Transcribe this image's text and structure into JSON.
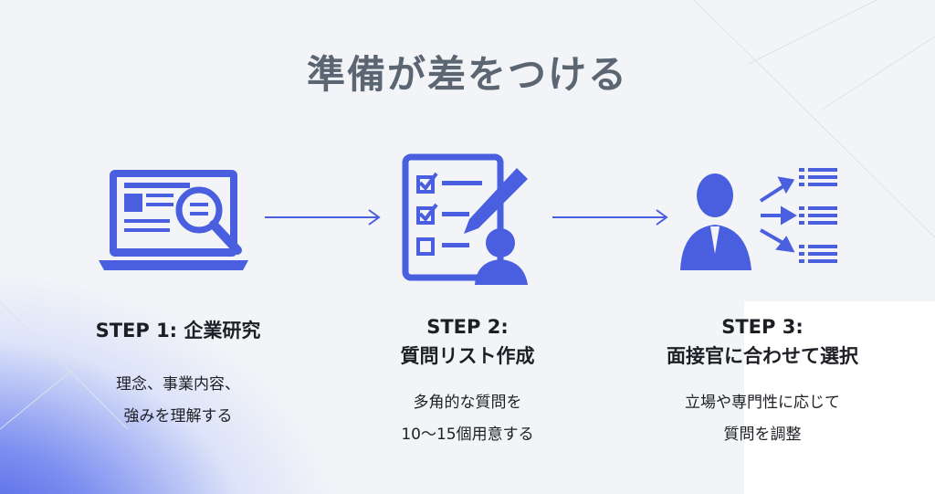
{
  "title": "準備が差をつける",
  "colors": {
    "accent": "#4a5ee0",
    "title": "#5b6672",
    "text": "#1d1f24"
  },
  "steps": [
    {
      "title_lines": [
        "STEP 1: 企業研究"
      ],
      "desc_lines": [
        "理念、事業内容、",
        "強みを理解する"
      ],
      "icon": "laptop-magnifier-icon"
    },
    {
      "title_lines": [
        "STEP 2:",
        "質問リスト作成"
      ],
      "desc_lines": [
        "多角的な質問を",
        "10〜15個用意する"
      ],
      "icon": "checklist-pencil-person-icon"
    },
    {
      "title_lines": [
        "STEP 3:",
        "面接官に合わせて選択"
      ],
      "desc_lines": [
        "立場や専門性に応じて",
        "質問を調整"
      ],
      "icon": "person-branching-lists-icon"
    }
  ]
}
